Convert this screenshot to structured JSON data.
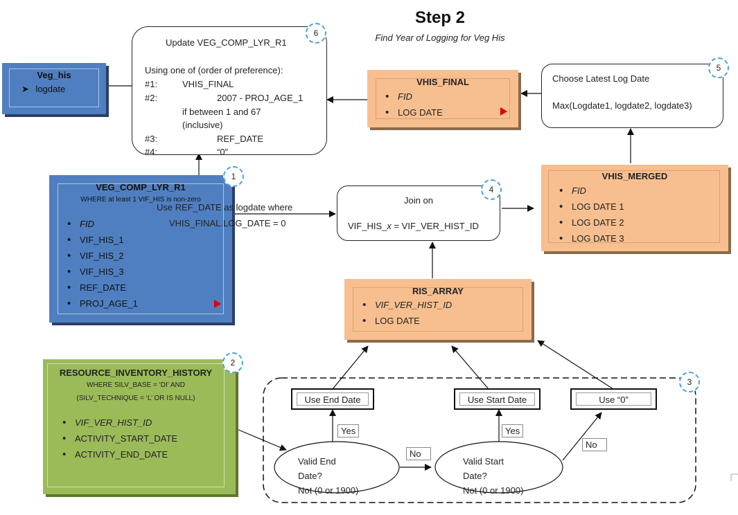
{
  "header": {
    "title": "Step 2",
    "subtitle": "Find Year of Logging for Veg His"
  },
  "veg_his": {
    "title": "Veg_his",
    "item": "logdate"
  },
  "update_box": {
    "badge": "6",
    "title": "Update VEG_COMP_LYR_R1",
    "intro": "Using one of (order of preference):",
    "rows": [
      {
        "num": "#1:",
        "value": "VHIS_FINAL"
      },
      {
        "num": "#2:",
        "value": "2007 - PROJ_AGE_1"
      },
      {
        "num": "",
        "value": "if between 1 and 67"
      },
      {
        "num": "",
        "value": "(inclusive)"
      },
      {
        "num": "#3:",
        "value": "REF_DATE"
      },
      {
        "num": "#4:",
        "value": "“0”"
      }
    ]
  },
  "vhis_final": {
    "title": "VHIS_FINAL",
    "fields": [
      "FID",
      "LOG DATE"
    ]
  },
  "choose_box": {
    "badge": "5",
    "title": "Choose Latest Log Date",
    "formula": "Max(Logdate1, logdate2, logdate3)"
  },
  "veg_comp": {
    "badge": "1",
    "title": "VEG_COMP_LYR_R1",
    "where": "WHERE at least 1 VIF_HIS is non-zero",
    "fields": [
      "FID",
      "VIF_HIS_1",
      "VIF_HIS_2",
      "VIF_HIS_3",
      "REF_DATE",
      "PROJ_AGE_1"
    ]
  },
  "ref_note": {
    "line1": "Use REF_DATE as logdate where",
    "line2": "VHIS_FINAL.LOG_DATE = 0"
  },
  "join_box": {
    "badge": "4",
    "title": "Join on",
    "formula_prefix": "VIF_HIS_",
    "formula_var": "x",
    "formula_suffix": " = VIF_VER_HIST_ID"
  },
  "vhis_merged": {
    "title": "VHIS_MERGED",
    "fields": [
      "FID",
      "LOG DATE 1",
      "LOG DATE 2",
      "LOG DATE 3"
    ]
  },
  "ris_array": {
    "title": "RIS_ARRAY",
    "fields": [
      "VIF_VER_HIST_ID",
      "LOG DATE"
    ]
  },
  "resource_history": {
    "badge": "2",
    "title": "RESOURCE_INVENTORY_HISTORY",
    "where1": "WHERE SILV_BASE = ‘DI’ AND",
    "where2": "(SILV_TECHNIQUE = ‘L’ OR IS NULL)",
    "fields": [
      "VIF_VER_HIST_ID",
      "ACTIVITY_START_DATE",
      "ACTIVITY_END_DATE"
    ]
  },
  "decision_group": {
    "badge": "3",
    "use_end": "Use End Date",
    "use_start": "Use Start Date",
    "use_zero": "Use “0”",
    "yes1": "Yes",
    "yes2": "Yes",
    "no1": "No",
    "no2": "No",
    "valid_end_l1": "Valid End",
    "valid_end_l2": "Date?",
    "valid_end_l3": "Not (0 or 1900)",
    "valid_start_l1": "Valid Start",
    "valid_start_l2": "Date?",
    "valid_start_l3": "Not (0 or 1900)"
  },
  "colors": {
    "orange_table": "#f7bf8f",
    "blue_table": "#4f7fc0",
    "green_table": "#9bbb59",
    "badge_ring": "#4aa3d8",
    "marker_red": "#e00000"
  }
}
